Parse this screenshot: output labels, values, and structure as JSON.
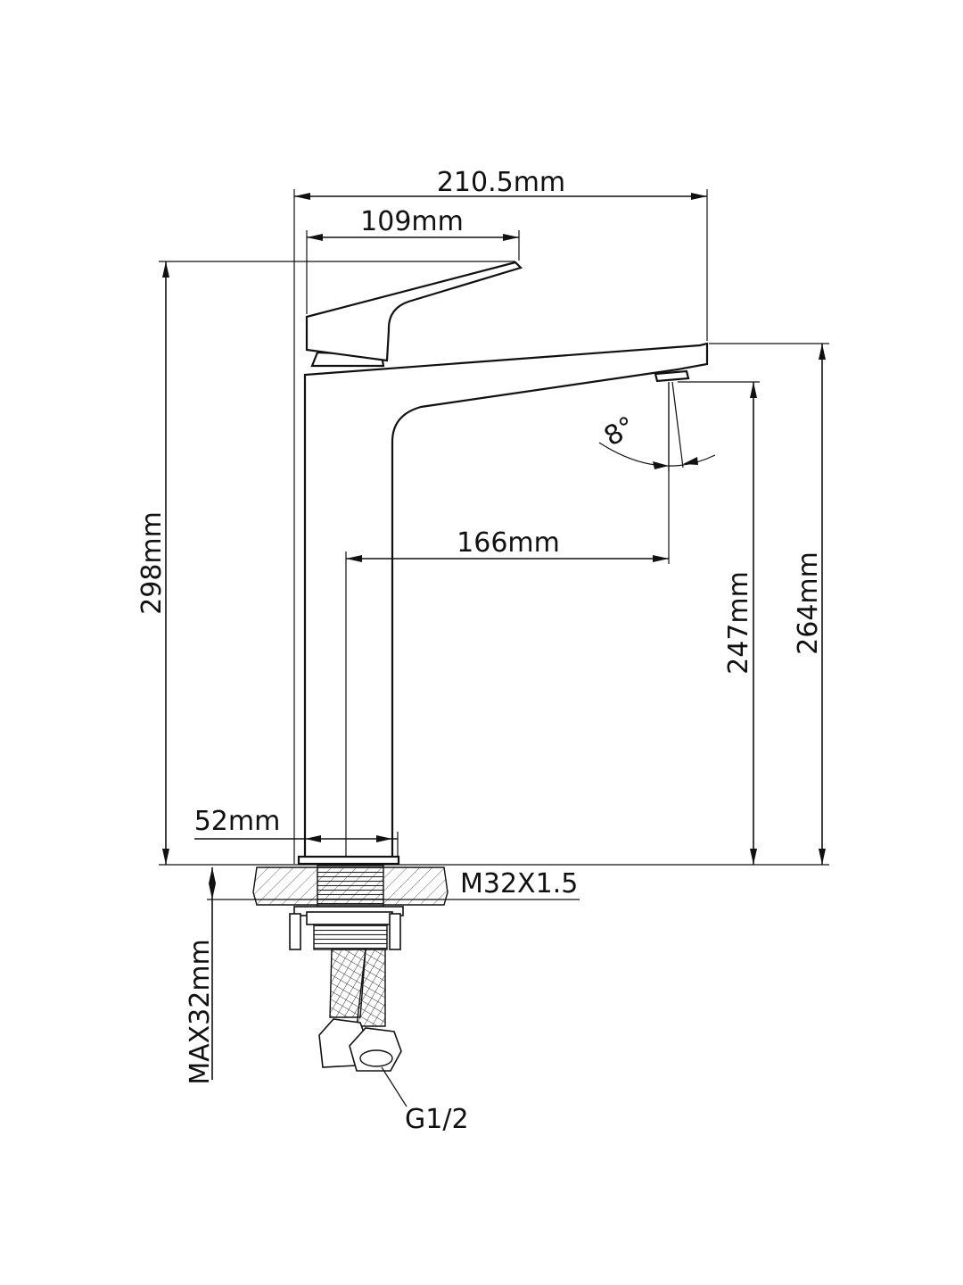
{
  "dimensions": {
    "overall_width": "210.5mm",
    "handle_length": "109mm",
    "total_height": "298mm",
    "spout_reach": "166mm",
    "spout_outlet_height": "247mm",
    "spout_top_height": "264mm",
    "base_diameter": "52mm",
    "thread": "M32X1.5",
    "max_deck_thickness": "MAX32mm",
    "hose_connection": "G1/2",
    "spray_angle": "8°"
  }
}
